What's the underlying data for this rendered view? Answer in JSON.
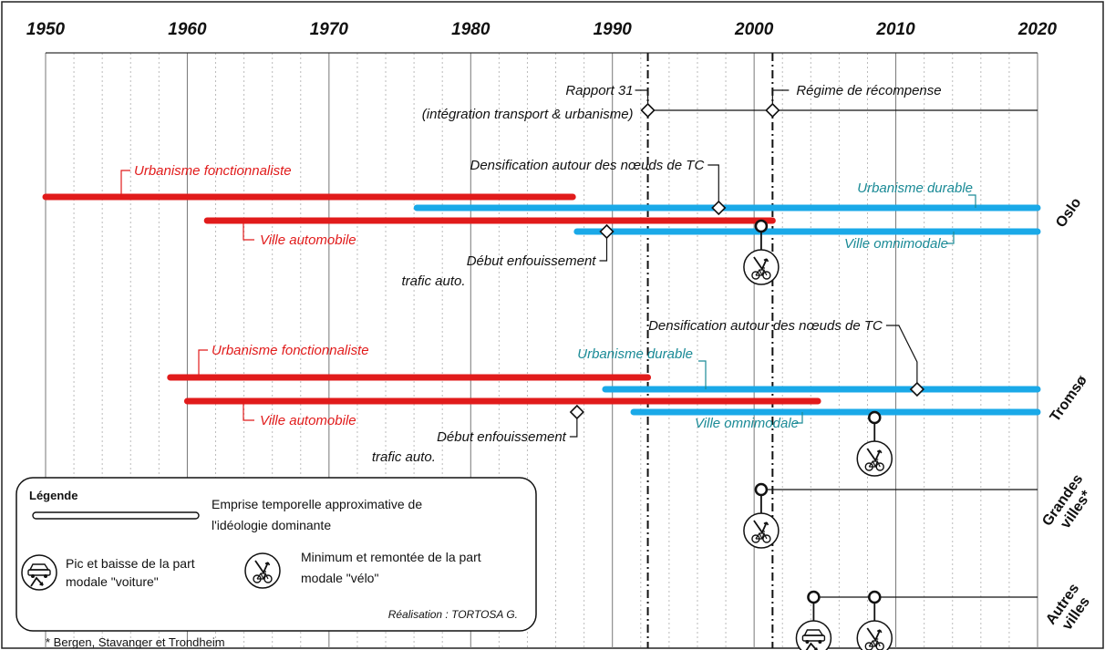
{
  "chart_data": {
    "type": "timeline",
    "x_axis": {
      "range": [
        1950,
        2020
      ],
      "ticks": [
        "1950",
        "1960",
        "1970",
        "1980",
        "1990",
        "2000",
        "2010",
        "2020"
      ]
    },
    "policy_events": [
      {
        "label_lines": [
          "Rapport 31",
          "(intégration transport & urbanisme)"
        ],
        "year": 1992.5
      },
      {
        "label_lines": [
          "Régime de récompense"
        ],
        "year": 2001.3
      }
    ],
    "reference_years": [
      1992.5,
      2001.3
    ],
    "cities": [
      {
        "name": "Oslo",
        "ideologies": [
          {
            "label": "Urbanisme fonctionnaliste",
            "color": "red",
            "start": 1950,
            "end": 1987.2
          },
          {
            "label": "Urbanisme durable",
            "color": "blue",
            "start": 1976.2,
            "end": 2020
          },
          {
            "label": "Ville automobile",
            "color": "red",
            "start": 1961.4,
            "end": 2001.3
          },
          {
            "label": "Ville omnimodale",
            "color": "blue",
            "start": 1987.5,
            "end": 2020
          }
        ],
        "events": [
          {
            "label": "Densification autour des nœuds de TC",
            "year": 1997.5
          },
          {
            "label_lines": [
              "Début enfouissement",
              "trafic auto."
            ],
            "year": 1989.6
          }
        ],
        "modal_markers": [
          {
            "type": "velo",
            "year": 2000.5
          }
        ]
      },
      {
        "name": "Tromsø",
        "ideologies": [
          {
            "label": "Urbanisme fonctionnaliste",
            "color": "red",
            "start": 1958.8,
            "end": 1992.5
          },
          {
            "label": "Urbanisme durable",
            "color": "blue",
            "start": 1989.5,
            "end": 2020
          },
          {
            "label": "Ville automobile",
            "color": "red",
            "start": 1960,
            "end": 2004.5
          },
          {
            "label": "Ville omnimodale",
            "color": "blue",
            "start": 1991.5,
            "end": 2020
          }
        ],
        "events": [
          {
            "label": "Densification autour des nœuds de TC",
            "year": 2011.5
          },
          {
            "label_lines": [
              "Début enfouissement",
              "trafic auto."
            ],
            "year": 1987.5
          }
        ],
        "modal_markers": [
          {
            "type": "velo",
            "year": 2008.5
          }
        ]
      },
      {
        "name_lines": [
          "Grandes",
          "villes*"
        ],
        "ideologies": [],
        "events": [],
        "modal_markers": [
          {
            "type": "velo",
            "year": 2000.5
          }
        ]
      },
      {
        "name_lines": [
          "Autres",
          "villes"
        ],
        "ideologies": [],
        "events": [],
        "modal_markers": [
          {
            "type": "voiture",
            "year": 2004.2
          },
          {
            "type": "velo",
            "year": 2008.5
          }
        ]
      }
    ]
  },
  "legend": {
    "title": "Légende",
    "bar_text_lines": [
      "Emprise temporelle approximative de",
      "l'idéologie dominante"
    ],
    "car_text_lines": [
      "Pic et baisse de la part",
      "modale \"voiture\""
    ],
    "bike_text_lines": [
      "Minimum et remontée de la part",
      "modale \"vélo\""
    ],
    "credit": "Réalisation : TORTOSA G."
  },
  "footnote": "* Bergen, Stavanger et Trondheim",
  "colors": {
    "red": "#e11b1b",
    "blue": "#1aa9e8",
    "label_blue": "#1a8a96",
    "line": "#111111"
  },
  "icons": [
    "car-peak-icon",
    "bike-minimum-icon",
    "event-diamond-icon",
    "marker-circle-icon"
  ]
}
